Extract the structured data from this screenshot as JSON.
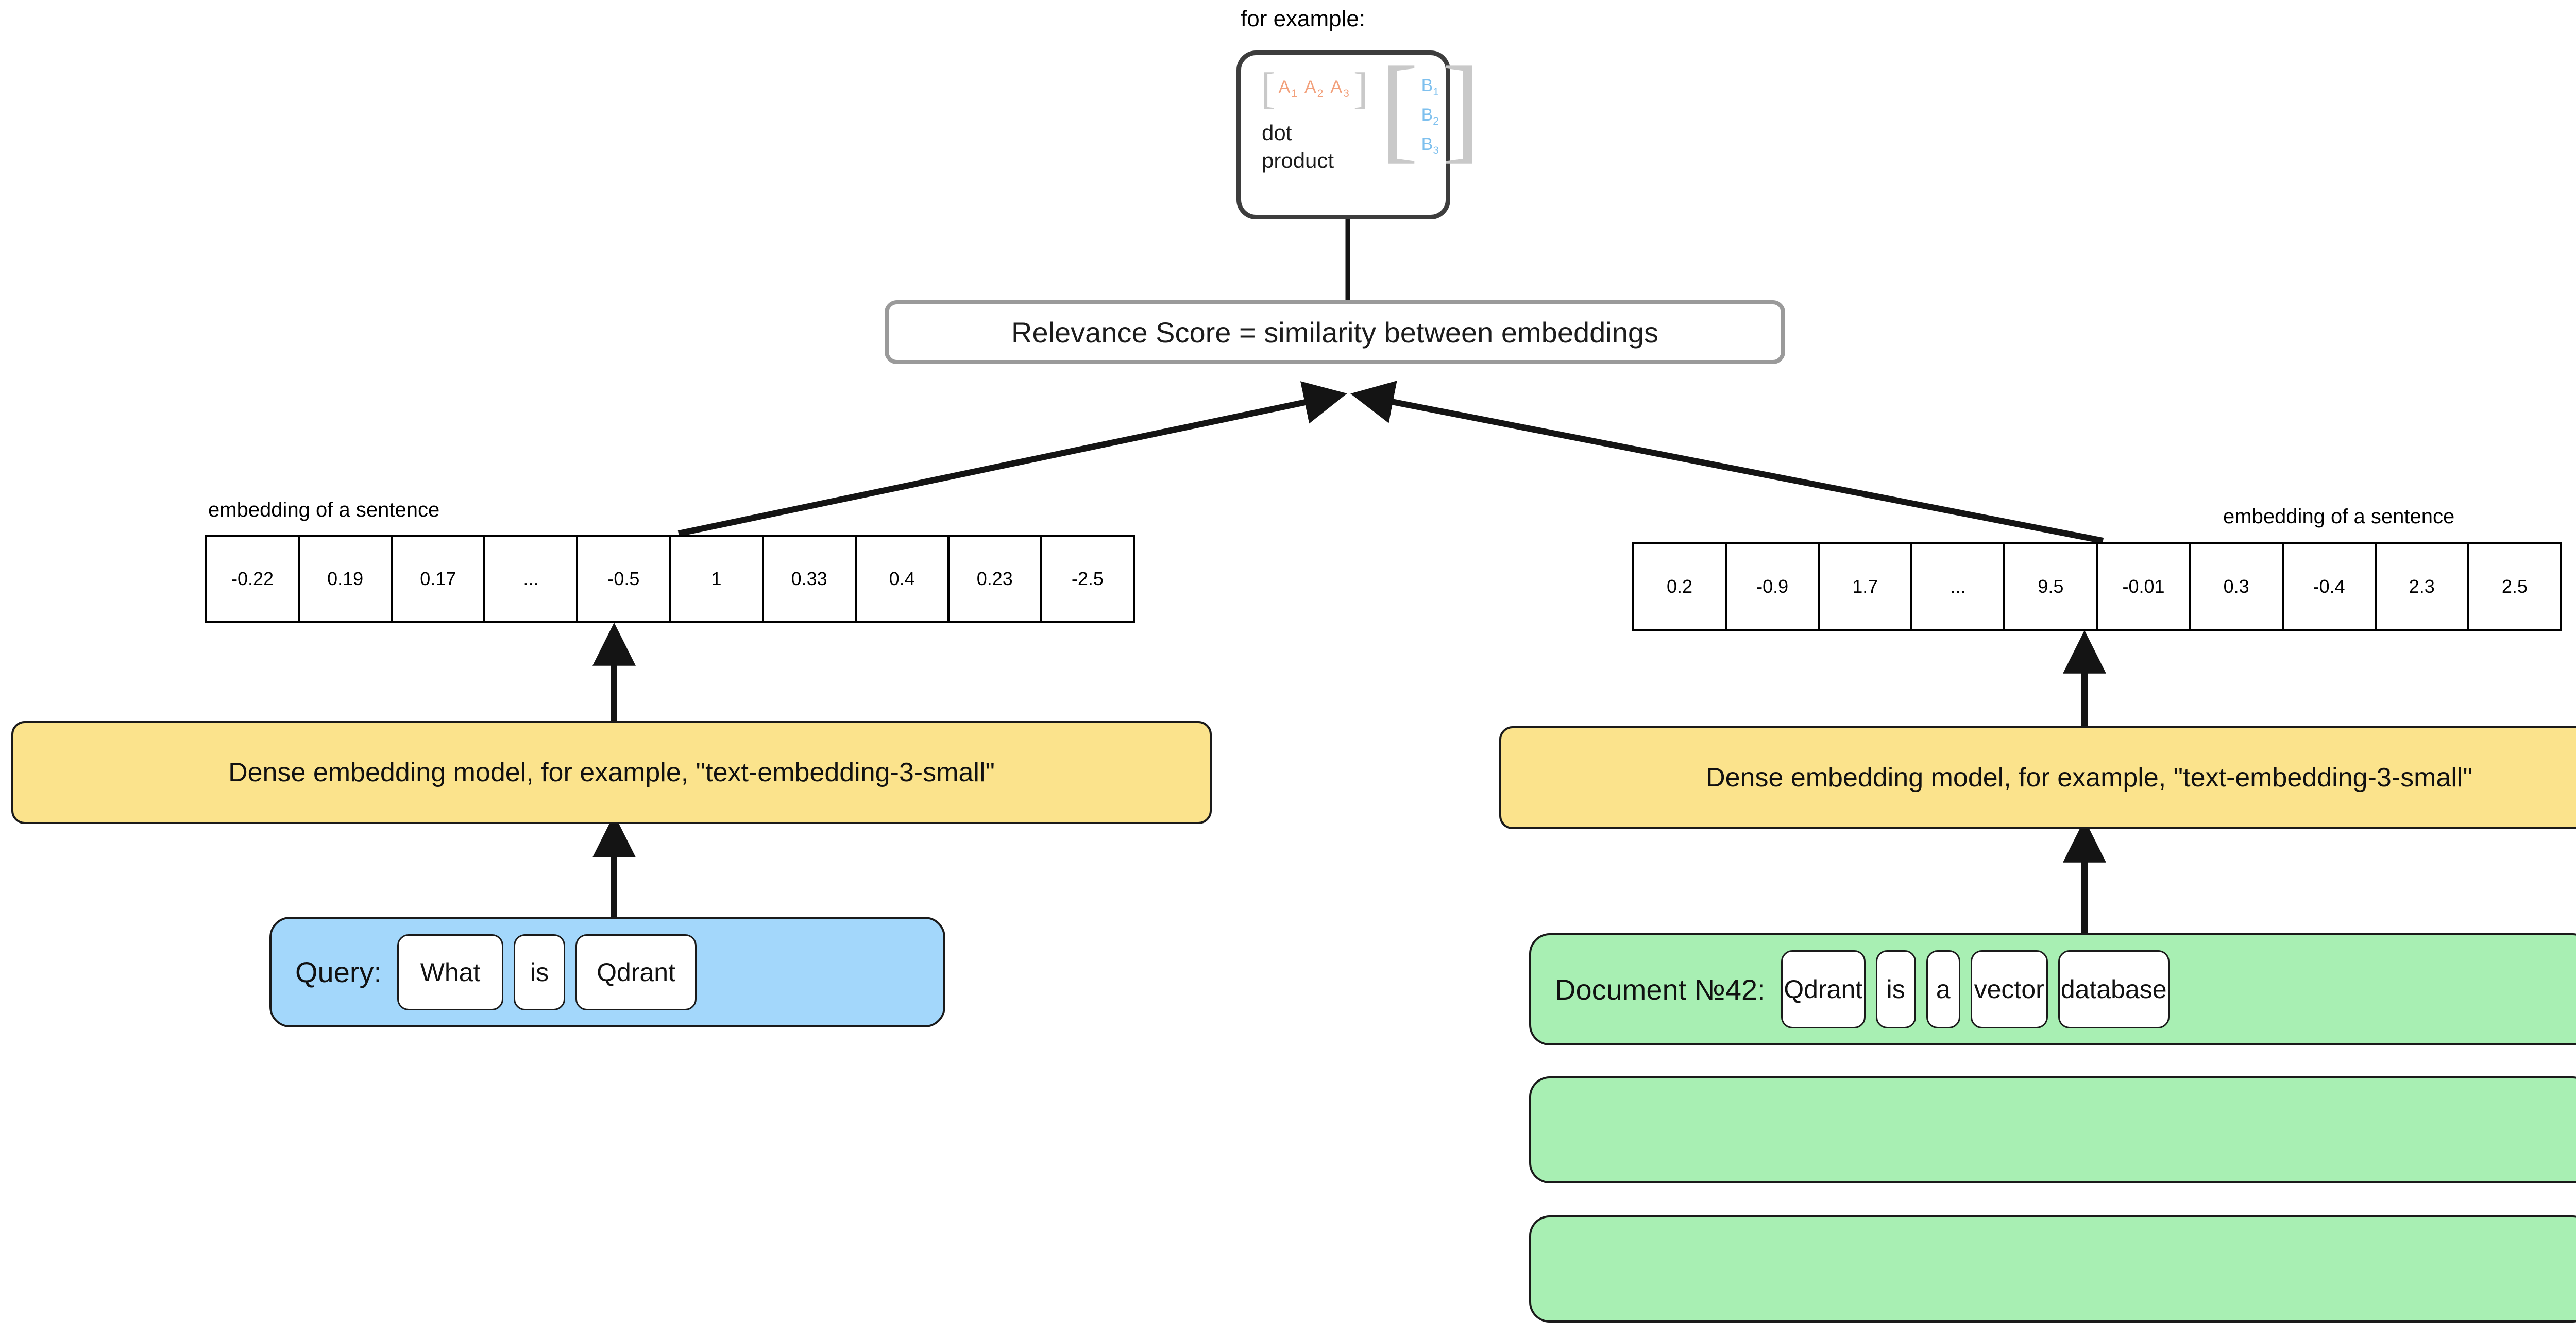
{
  "diagram": {
    "title_caption": "for example:",
    "example_box": {
      "a_vector": [
        "A",
        "A",
        "A"
      ],
      "a_subscripts": [
        "1",
        "2",
        "3"
      ],
      "b_vector": [
        "B",
        "B",
        "B"
      ],
      "b_subscripts": [
        "1",
        "2",
        "3"
      ],
      "operation_line1": "dot",
      "operation_line2": "product",
      "bracket_open": "[",
      "bracket_close": "]",
      "colors": {
        "a_color": "#f2a07b",
        "b_color": "#7ec0ee",
        "bracket_color": "#c9c9c9",
        "border_color": "#3d3d3d"
      }
    },
    "relevance": {
      "label": "Relevance Score = similarity between embeddings",
      "border_color": "#9a9a9a"
    },
    "left_branch": {
      "embedding_caption": "embedding of a sentence",
      "embedding_values": [
        "-0.22",
        "0.19",
        "0.17",
        "...",
        "-0.5",
        "1",
        "0.33",
        "0.4",
        "0.23",
        "-2.5"
      ],
      "model_label": "Dense embedding model, for example, \"text-embedding-3-small\"",
      "model_color": "#fbe38c",
      "input_label": "Query:",
      "input_color": "#a3d7fb",
      "tokens": [
        "What",
        "is",
        "Qdrant"
      ]
    },
    "right_branch": {
      "embedding_caption": "embedding of a sentence",
      "embedding_values": [
        "0.2",
        "-0.9",
        "1.7",
        "...",
        "9.5",
        "-0.01",
        "0.3",
        "-0.4",
        "2.3",
        "2.5"
      ],
      "model_label": "Dense embedding model, for example, \"text-embedding-3-small\"",
      "model_color": "#fbe38c",
      "input_label": "Document №42:",
      "input_color": "#a8efb3",
      "tokens": [
        "Qdrant",
        "is",
        "a",
        "vector",
        "database"
      ],
      "extra_blank_boxes": 2
    }
  }
}
